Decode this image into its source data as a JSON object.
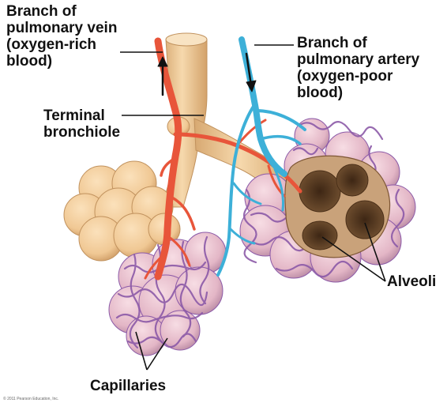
{
  "labels": {
    "pulmonary_vein": [
      "Branch of",
      "pulmonary vein",
      "(oxygen-rich",
      "blood)"
    ],
    "pulmonary_artery": [
      "Branch of",
      "pulmonary artery",
      "(oxygen-poor",
      "blood)"
    ],
    "terminal_bronchiole": [
      "Terminal",
      "bronchiole"
    ],
    "alveoli": "Alveoli",
    "capillaries": "Capillaries"
  },
  "copyright": "© 2011 Pearson Education, Inc.",
  "colors": {
    "bronchiole": "#f2cfa0",
    "bronchiole_shadow": "#d9ab74",
    "vein": "#e8553a",
    "artery": "#3db0d8",
    "capillary_net": "#8c5aa8",
    "alveolar_sac": "#e9c3cf",
    "alveolus_interior": "#5a3c24",
    "leader_line": "#111111"
  }
}
